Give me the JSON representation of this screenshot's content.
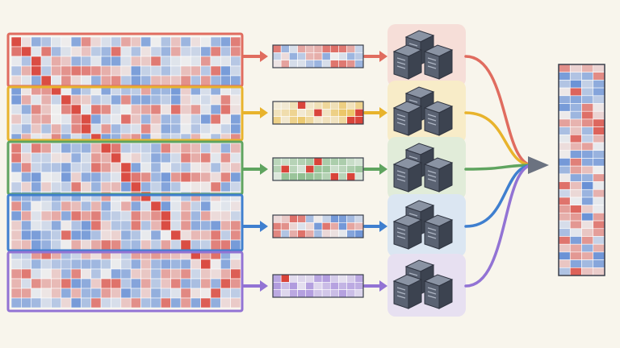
{
  "palette": {
    "background": "#f8f5ec",
    "grid_line": "#3a3f4b",
    "heat_red": "#d9443a",
    "heat_blue": "#4f7fd1",
    "heat_neutral": "#eeeeee",
    "server_body": "#5a6272",
    "server_dark": "#3c4350",
    "server_top": "#8a93a3",
    "arrow_output": "#6b7280"
  },
  "partitions": [
    {
      "id": "p1",
      "color": "#e06c5f",
      "panel": "#f6ded8",
      "small_tone": "redblue"
    },
    {
      "id": "p2",
      "color": "#e8b32c",
      "panel": "#f8ecc8",
      "small_tone": "yellow"
    },
    {
      "id": "p3",
      "color": "#5fa45f",
      "panel": "#e1ecd9",
      "small_tone": "green"
    },
    {
      "id": "p4",
      "color": "#3f7fcf",
      "panel": "#dbe6f2",
      "small_tone": "redblue"
    },
    {
      "id": "p5",
      "color": "#9273d4",
      "panel": "#e7e0f1",
      "small_tone": "purple"
    }
  ],
  "nodes": [
    {
      "icon": "server-cluster-icon"
    },
    {
      "icon": "server-cluster-icon"
    },
    {
      "icon": "server-cluster-icon"
    },
    {
      "icon": "server-cluster-icon"
    },
    {
      "icon": "server-cluster-icon"
    }
  ],
  "output": {
    "icon": "output-vector"
  }
}
